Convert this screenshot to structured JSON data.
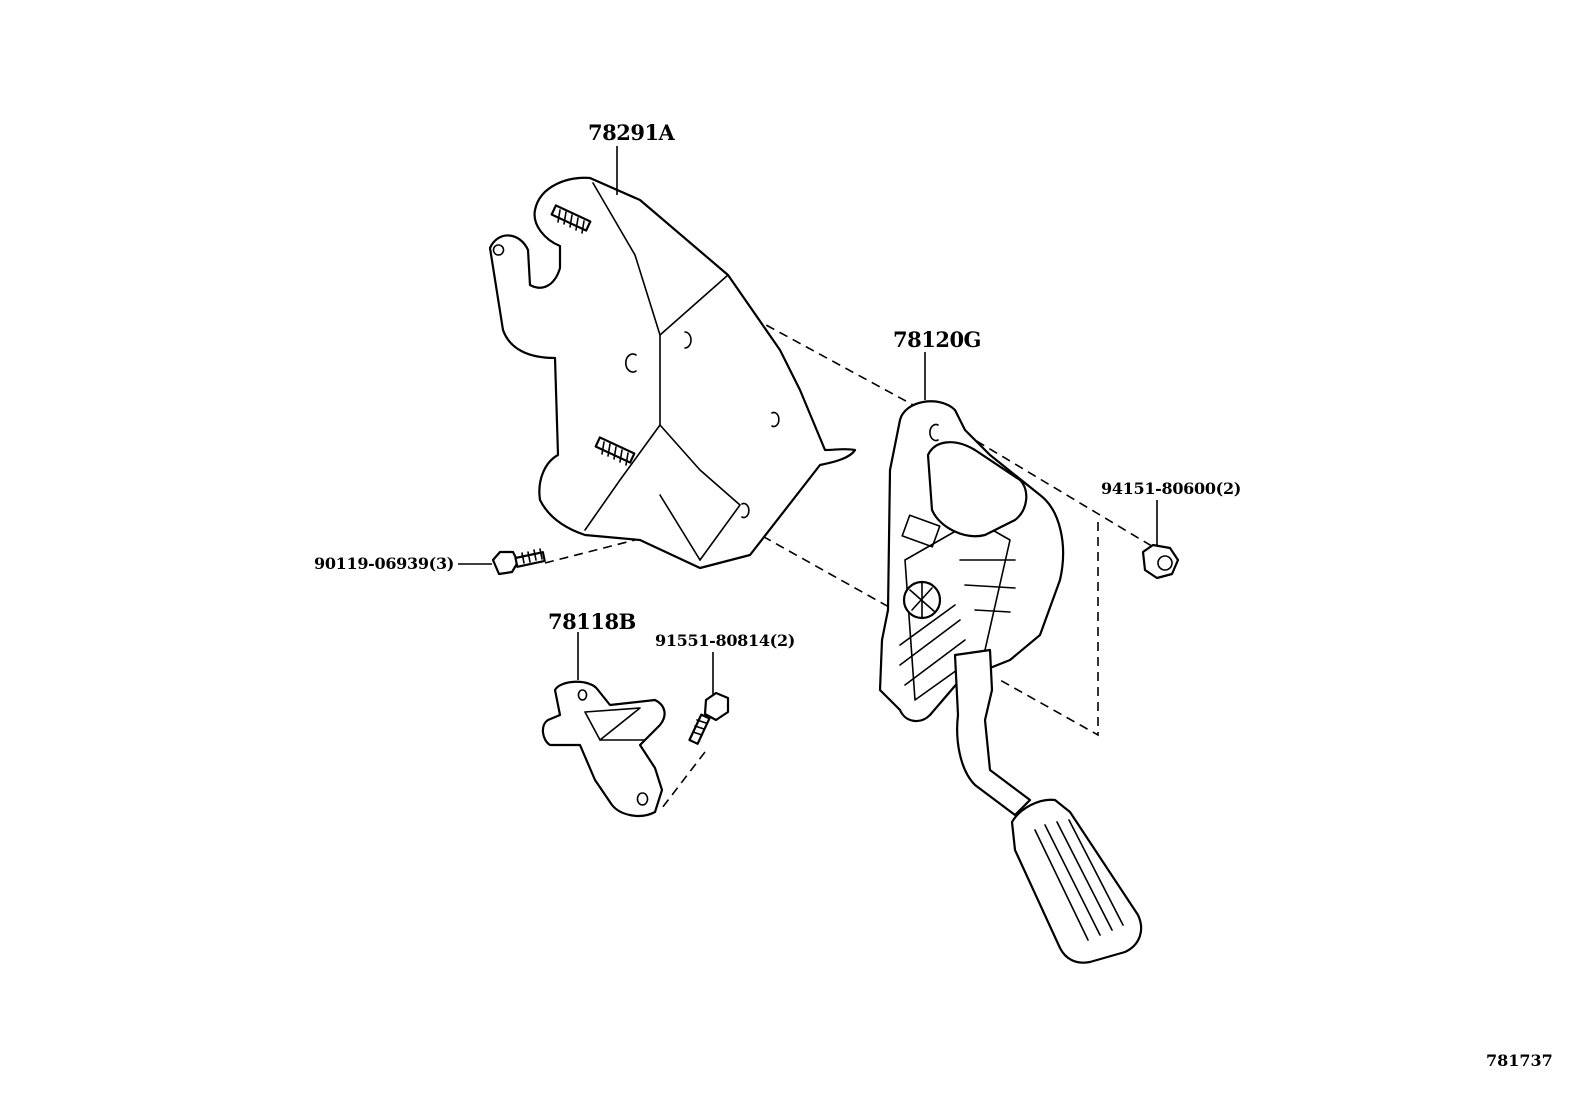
{
  "labels": {
    "bracket_main": "78291A",
    "pedal_assy": "78120G",
    "nut": "94151-80600(2)",
    "bolt_main": "90119-06939(3)",
    "bracket_small": "78118B",
    "bolt_small": "91551-80814(2)"
  },
  "figure_ref": "781737"
}
